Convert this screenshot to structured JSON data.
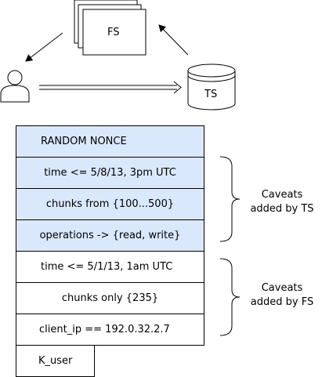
{
  "top_diagram": {
    "fs_label": "FS",
    "ts_label": "TS"
  },
  "stack": {
    "rows": [
      {
        "text": "RANDOM NONCE",
        "fill": "#dae8fc",
        "align": "left"
      },
      {
        "text": "time <= 5/8/13, 3pm UTC",
        "fill": "#dae8fc",
        "align": "center"
      },
      {
        "text": "chunks from {100...500}",
        "fill": "#dae8fc",
        "align": "center"
      },
      {
        "text": "operations -> {read, write}",
        "fill": "#dae8fc",
        "align": "center"
      },
      {
        "text": "time <= 5/1/13, 1am UTC",
        "fill": "#ffffff",
        "align": "left"
      },
      {
        "text": "chunks only {235}",
        "fill": "#ffffff",
        "align": "center"
      },
      {
        "text": "client_ip == 192.0.32.2.7",
        "fill": "#ffffff",
        "align": "left"
      }
    ],
    "key_label": "K_user"
  },
  "annotations": {
    "ts_caveats": [
      "Caveats",
      "added by TS"
    ],
    "fs_caveats": [
      "Caveats",
      "added by FS"
    ]
  },
  "colors": {
    "ts_caveat_fill": "#dae8fc",
    "fs_caveat_fill": "#ffffff"
  }
}
